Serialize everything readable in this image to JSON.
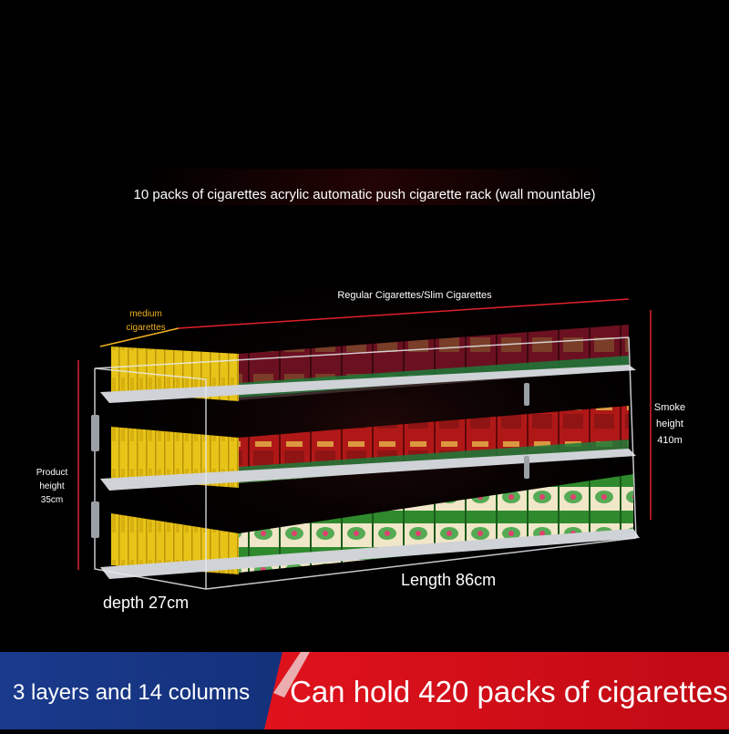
{
  "product": {
    "title": "10 packs of cigarettes acrylic automatic push cigarette rack (wall mountable)",
    "top_dimension_label": "Regular Cigarettes/Slim Cigarettes",
    "medium_label": "medium cigarettes",
    "smoke_height_label": "Smoke height 410m",
    "product_height_label": "Product height 35cm",
    "length_label": "Length 86cm",
    "depth_label": "depth 27cm"
  },
  "banner": {
    "left_text": "3 layers and 14 columns",
    "right_text": "Can hold 420 packs of cigarettes",
    "colors": {
      "blue": "#1a3a8c",
      "red": "#d4101a"
    }
  },
  "rack": {
    "layers": 3,
    "columns": 14,
    "pack_colors": {
      "top": "#6b1020",
      "middle": "#b01818",
      "bottom": "#2f8a2e",
      "side": "#e8c418"
    }
  }
}
